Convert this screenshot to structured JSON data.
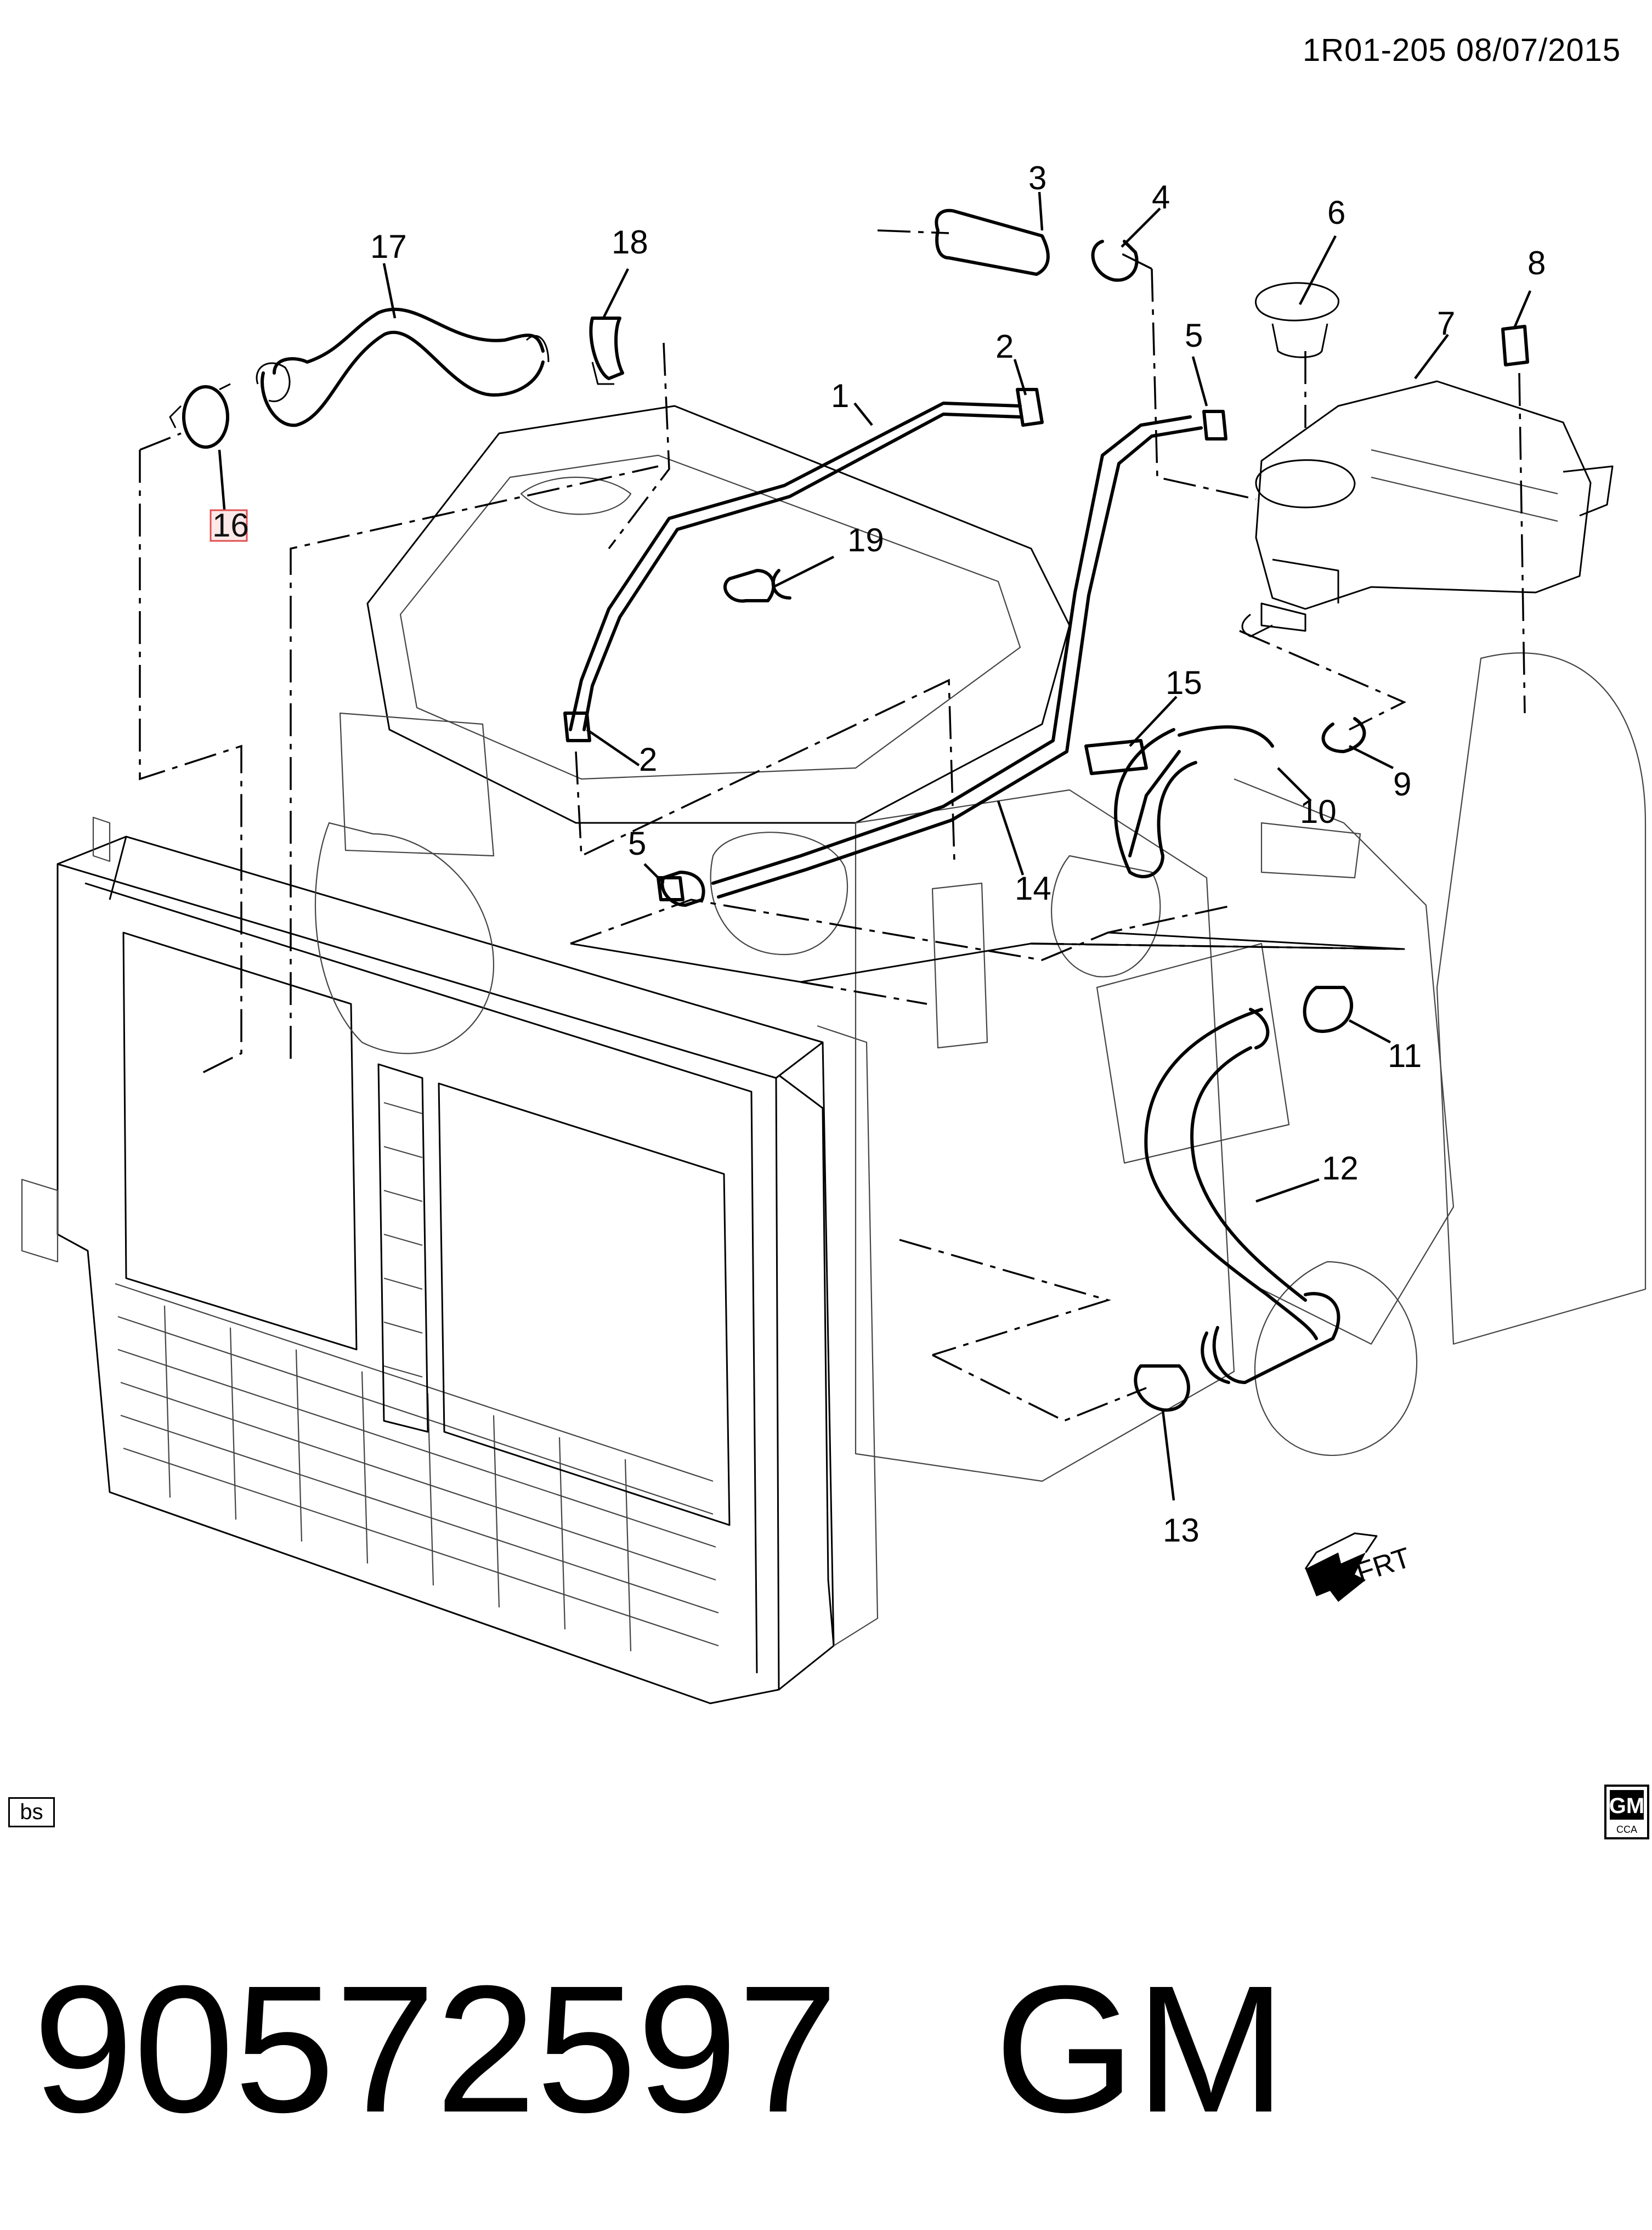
{
  "header": {
    "diagram_code": "1R01-205  08/07/2015"
  },
  "callouts": [
    {
      "num": "1"
    },
    {
      "num": "2"
    },
    {
      "num": "2"
    },
    {
      "num": "3"
    },
    {
      "num": "4"
    },
    {
      "num": "5"
    },
    {
      "num": "5"
    },
    {
      "num": "6"
    },
    {
      "num": "7"
    },
    {
      "num": "8"
    },
    {
      "num": "9"
    },
    {
      "num": "10"
    },
    {
      "num": "11"
    },
    {
      "num": "12"
    },
    {
      "num": "13"
    },
    {
      "num": "14"
    },
    {
      "num": "15"
    },
    {
      "num": "16",
      "highlighted": true
    },
    {
      "num": "17"
    },
    {
      "num": "18"
    },
    {
      "num": "19"
    }
  ],
  "direction_marker": "FRT",
  "corner_badge": "bs",
  "logo": {
    "brand": "GM",
    "sub": "CCA"
  },
  "footer": {
    "part_number": "90572597",
    "brand": "GM"
  },
  "colors": {
    "ink": "#000000",
    "background": "#ffffff",
    "highlight_box": "#e05050"
  }
}
